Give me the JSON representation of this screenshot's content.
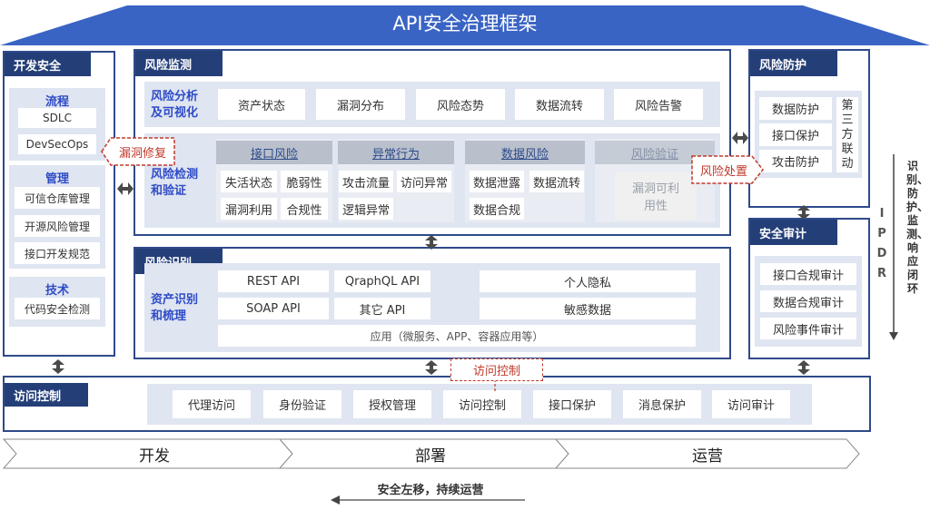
{
  "title": "API安全治理框架",
  "dev_security": {
    "title": "开发安全",
    "process": {
      "label": "流程",
      "items": [
        "SDLC",
        "DevSecOps"
      ]
    },
    "management": {
      "label": "管理",
      "items": [
        "可信仓库管理",
        "开源风险管理",
        "接口开发规范"
      ]
    },
    "technology": {
      "label": "技术",
      "items": [
        "代码安全检测"
      ]
    }
  },
  "risk_monitoring": {
    "title": "风险监测",
    "analysis": {
      "label_line1": "风险分析",
      "label_line2": "及可视化",
      "items": [
        "资产状态",
        "漏洞分布",
        "风险态势",
        "数据流转",
        "风险告警"
      ]
    },
    "detection": {
      "label_line1": "风险检测",
      "label_line2": "和验证",
      "groups": [
        {
          "header": "接口风险",
          "items": [
            "失活状态",
            "脆弱性",
            "漏洞利用",
            "合规性"
          ]
        },
        {
          "header": "异常行为",
          "items": [
            "攻击流量",
            "访问异常",
            "逻辑异常"
          ]
        },
        {
          "header": "数据风险",
          "items": [
            "数据泄露",
            "数据流转",
            "数据合规"
          ]
        },
        {
          "header": "风险验证",
          "items": [
            "漏洞可利用性"
          ]
        }
      ]
    }
  },
  "risk_identification": {
    "title": "风险识别",
    "label_line1": "资产识别",
    "label_line2": "和梳理",
    "apis": [
      "REST API",
      "QraphQL API",
      "SOAP API",
      "其它 API"
    ],
    "privacy": "个人隐私",
    "sensitive": "敏感数据",
    "apps": "应用（微服务、APP、容器应用等）"
  },
  "risk_protection": {
    "title": "风险防护",
    "items": [
      "数据防护",
      "接口保护",
      "攻击防护"
    ],
    "linkage": "第三方联动"
  },
  "security_audit": {
    "title": "安全审计",
    "items": [
      "接口合规审计",
      "数据合规审计",
      "风险事件审计"
    ]
  },
  "access_control": {
    "title": "访问控制",
    "items": [
      "代理访问",
      "身份验证",
      "授权管理",
      "访问控制",
      "接口保护",
      "消息保护",
      "访问审计"
    ]
  },
  "callouts": {
    "vuln_fix": "漏洞修复",
    "risk_handle": "风险处置",
    "access_control": "访问控制"
  },
  "ipdr": {
    "letters": [
      "I",
      "P",
      "D",
      "R"
    ],
    "loop_text": "识别、防护、监测、响应闭环"
  },
  "phases": [
    "开发",
    "部署",
    "运营"
  ],
  "shift_left": "安全左移，持续运营",
  "colors": {
    "accent": "#243f78",
    "roof": "#3a64c4",
    "label_blue": "#2e4bc6",
    "callout_red": "#c0392b"
  }
}
